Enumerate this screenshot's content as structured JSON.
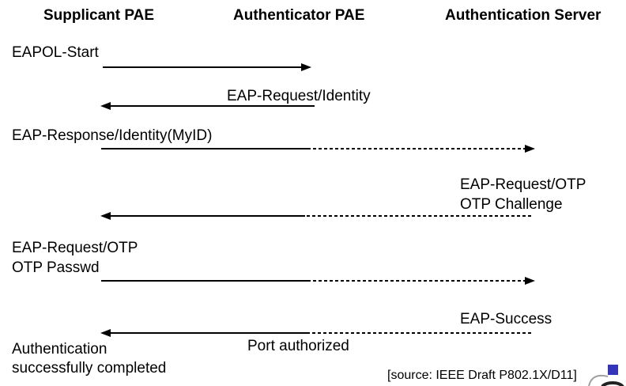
{
  "diagram": {
    "columns": [
      {
        "id": "supplicant",
        "label": "Supplicant PAE"
      },
      {
        "id": "authenticator",
        "label": "Authenticator PAE"
      },
      {
        "id": "server",
        "label": "Authentication Server"
      }
    ],
    "messages": [
      {
        "label": "EAPOL-Start",
        "from": "supplicant",
        "to": "authenticator",
        "link": "solid"
      },
      {
        "label": "EAP-Request/Identity",
        "from": "authenticator",
        "to": "supplicant",
        "link": "solid"
      },
      {
        "label": "EAP-Response/Identity(MyID)",
        "from": "supplicant",
        "to": "server",
        "link": "solid-then-dashed"
      },
      {
        "label": "EAP-Request/OTP",
        "label2": "OTP Challenge",
        "from": "server",
        "to": "supplicant",
        "link": "dashed-then-solid"
      },
      {
        "label": "EAP-Request/OTP",
        "label2": "OTP Passwd",
        "from": "supplicant",
        "to": "server",
        "link": "solid-then-dashed"
      },
      {
        "label": "EAP-Success",
        "from": "server",
        "to": "supplicant",
        "link": "dashed-then-solid"
      }
    ],
    "annotations": {
      "port_authorized": "Port authorized",
      "completion_line1": "Authentication",
      "completion_line2": "successfully completed"
    },
    "source": "[source: IEEE Draft P802.1X/D11]"
  },
  "colors": {
    "background": "#ffffff",
    "line": "#000000",
    "text": "#000000",
    "logo_blue": "#3535bb",
    "logo_gray": "#a0a0a0",
    "logo_dark": "#222222"
  }
}
